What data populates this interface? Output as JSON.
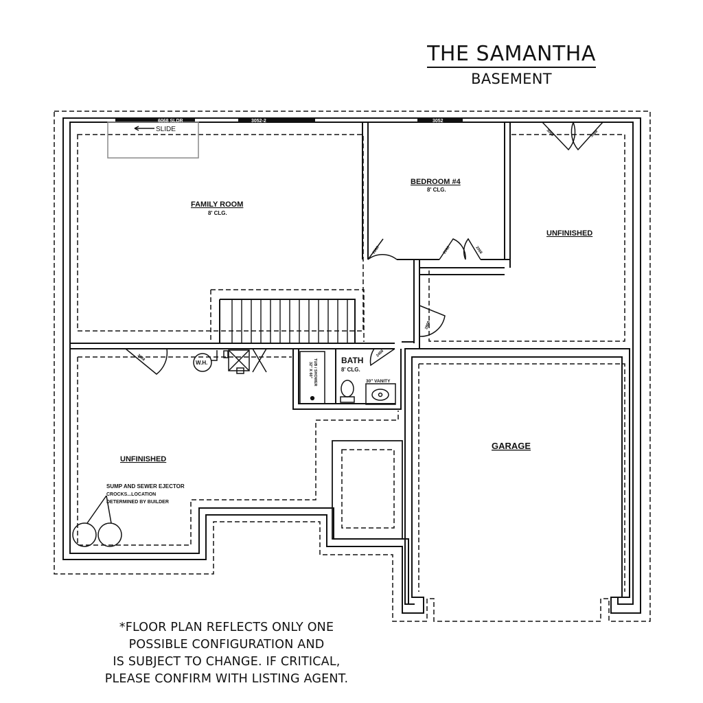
{
  "title": {
    "name": "THE SAMANTHA",
    "level": "BASEMENT"
  },
  "rooms": {
    "family_room": {
      "name": "FAMILY ROOM",
      "ceiling": "8' CLG."
    },
    "bedroom4": {
      "name": "BEDROOM #4",
      "ceiling": "8' CLG."
    },
    "unfinished_right": {
      "name": "UNFINISHED"
    },
    "bath": {
      "name": "BATH",
      "ceiling": "8' CLG."
    },
    "unfinished_left": {
      "name": "UNFINISHED"
    },
    "garage": {
      "name": "GARAGE"
    }
  },
  "windows": {
    "slider": "6068 SLDR",
    "slide_arrow": "SLIDE",
    "window_center": "3052-2",
    "window_bedroom": "3052"
  },
  "doors": {
    "bed_entry": "2868",
    "bed_closet_a": "2068",
    "bed_closet_b": "2068",
    "egress_a": "3068",
    "egress_b": "3068",
    "mech_door": "2868",
    "bath_door": "2468",
    "left_door": "3068"
  },
  "fixtures": {
    "water_heater": "W.H.",
    "tub": "TUB / SHOWER",
    "tub_size": "32\" X 60\"",
    "vanity": "30\" VANITY"
  },
  "notes": {
    "sump_line1": "SUMP AND SEWER EJECTOR",
    "sump_line2": "CROCKS...LOCATION",
    "sump_line3": "DETERMINED BY BUILDER"
  },
  "disclaimer": [
    "*FLOOR PLAN REFLECTS ONLY ONE",
    "POSSIBLE CONFIGURATION AND",
    "IS SUBJECT TO CHANGE. IF CRITICAL,",
    "PLEASE CONFIRM WITH LISTING AGENT."
  ]
}
